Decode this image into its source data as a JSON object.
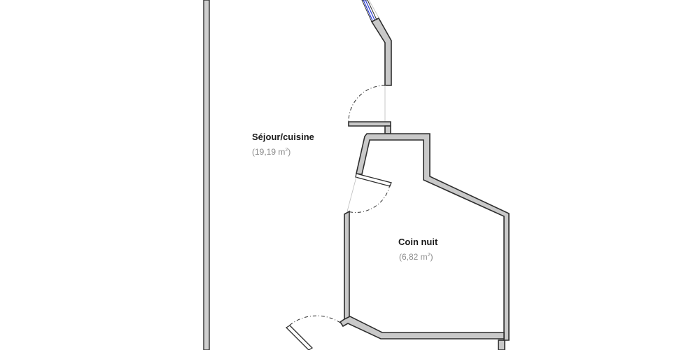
{
  "rooms": {
    "sejour": {
      "name": "Séjour/cuisine",
      "area_value": "(19,19 m",
      "area_sup": "2",
      "area_close": ")"
    },
    "coin_nuit": {
      "name": "Coin nuit",
      "area_value": "(6,82 m",
      "area_sup": "2",
      "area_close": ")"
    }
  },
  "colors": {
    "wall_fill": "#c9c9c9",
    "wall_stroke": "#2e2e2e",
    "window_glass": "#2b3bd1",
    "area_text": "#8a8a8a"
  }
}
